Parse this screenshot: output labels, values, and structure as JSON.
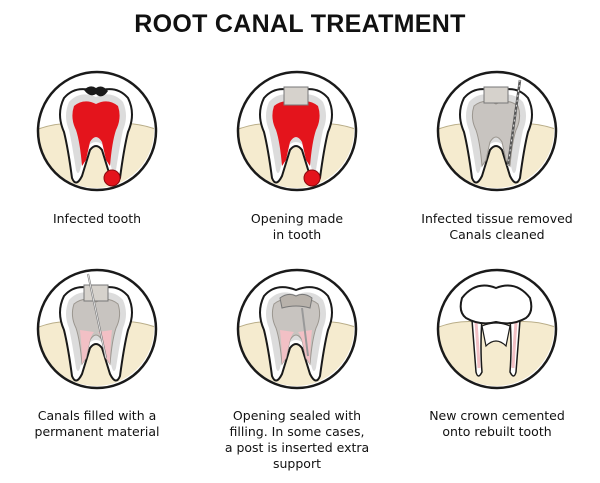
{
  "title": "ROOT CANAL TREATMENT",
  "colors": {
    "infection": "#e4141c",
    "gum": "#f5ebcf",
    "tooth_outline": "#1a1a1a",
    "pulp_treated": "#c8c4c0",
    "filling_pink": "#f2c0c5",
    "crown": "#ffffff"
  },
  "steps": [
    {
      "icon": "infected-tooth-icon",
      "caption": [
        "Infected tooth"
      ]
    },
    {
      "icon": "opened-tooth-icon",
      "caption": [
        "Opening made",
        "in tooth"
      ]
    },
    {
      "icon": "cleaned-canals-icon",
      "caption": [
        "Infected tissue removed",
        "Canals cleaned"
      ]
    },
    {
      "icon": "filled-canals-icon",
      "caption": [
        "Canals filled with a",
        "permanent material"
      ]
    },
    {
      "icon": "sealed-tooth-icon",
      "caption": [
        "Opening sealed with",
        "filling. In some cases,",
        "a post is inserted extra",
        "support"
      ]
    },
    {
      "icon": "crowned-tooth-icon",
      "caption": [
        "New crown cemented",
        "onto rebuilt tooth"
      ]
    }
  ]
}
